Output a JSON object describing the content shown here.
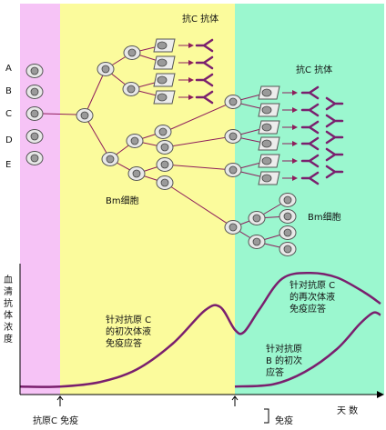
{
  "colors": {
    "pink": "#f6c3f6",
    "yellow": "#fbfb9c",
    "green": "#9bf7cf",
    "curve": "#7a1f6e",
    "cell_line": "#8e1d5b",
    "antibody": "#7a1f6e"
  },
  "row_labels": [
    "A",
    "B",
    "C",
    "D",
    "E"
  ],
  "labels": {
    "antibody_top": "抗C 抗体",
    "antibody_right": "抗C 抗体",
    "bm_cell_1": "Bm细胞",
    "bm_cell_2": "Bm细胞",
    "y_axis": "血清抗体浓度",
    "primary_c": "针对抗原 C\n的初次体液\n免疫应答",
    "secondary_c": "针对抗原 C\n的再次体液\n免疫应答",
    "primary_b": "针对抗原\nB 的初次\n应答",
    "x_axis": "天 数",
    "antigen_c": "抗原C 免疫",
    "immune": "免疫"
  }
}
